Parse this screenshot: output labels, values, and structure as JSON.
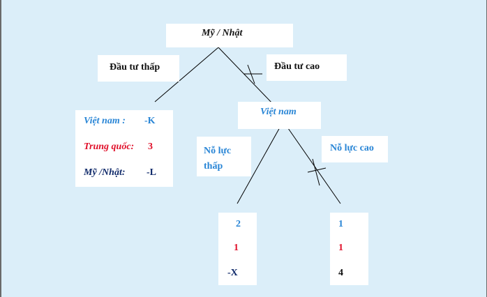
{
  "root": {
    "label": "Mỹ / Nhật"
  },
  "edges": {
    "low_invest": "Đầu tư thấp",
    "high_invest": "Đầu tư cao",
    "low_effort": "Nỗ lực thấp",
    "high_effort": "Nỗ lực cao"
  },
  "vn_node": {
    "label": "Việt nam"
  },
  "payoff_left": {
    "vn_label": "Việt nam :",
    "vn_value": "-K",
    "cn_label": "Trung quốc:",
    "cn_value": "3",
    "us_label": "Mỹ /Nhật:",
    "us_value": "-L"
  },
  "payoff_mid": {
    "vn": "2",
    "cn": "1",
    "us": "-X"
  },
  "payoff_right": {
    "vn": "1",
    "cn": "1",
    "us": "4"
  },
  "colors": {
    "vietnam": "#2a86d6",
    "china": "#e0102a",
    "us_japan": "#102a6a"
  }
}
